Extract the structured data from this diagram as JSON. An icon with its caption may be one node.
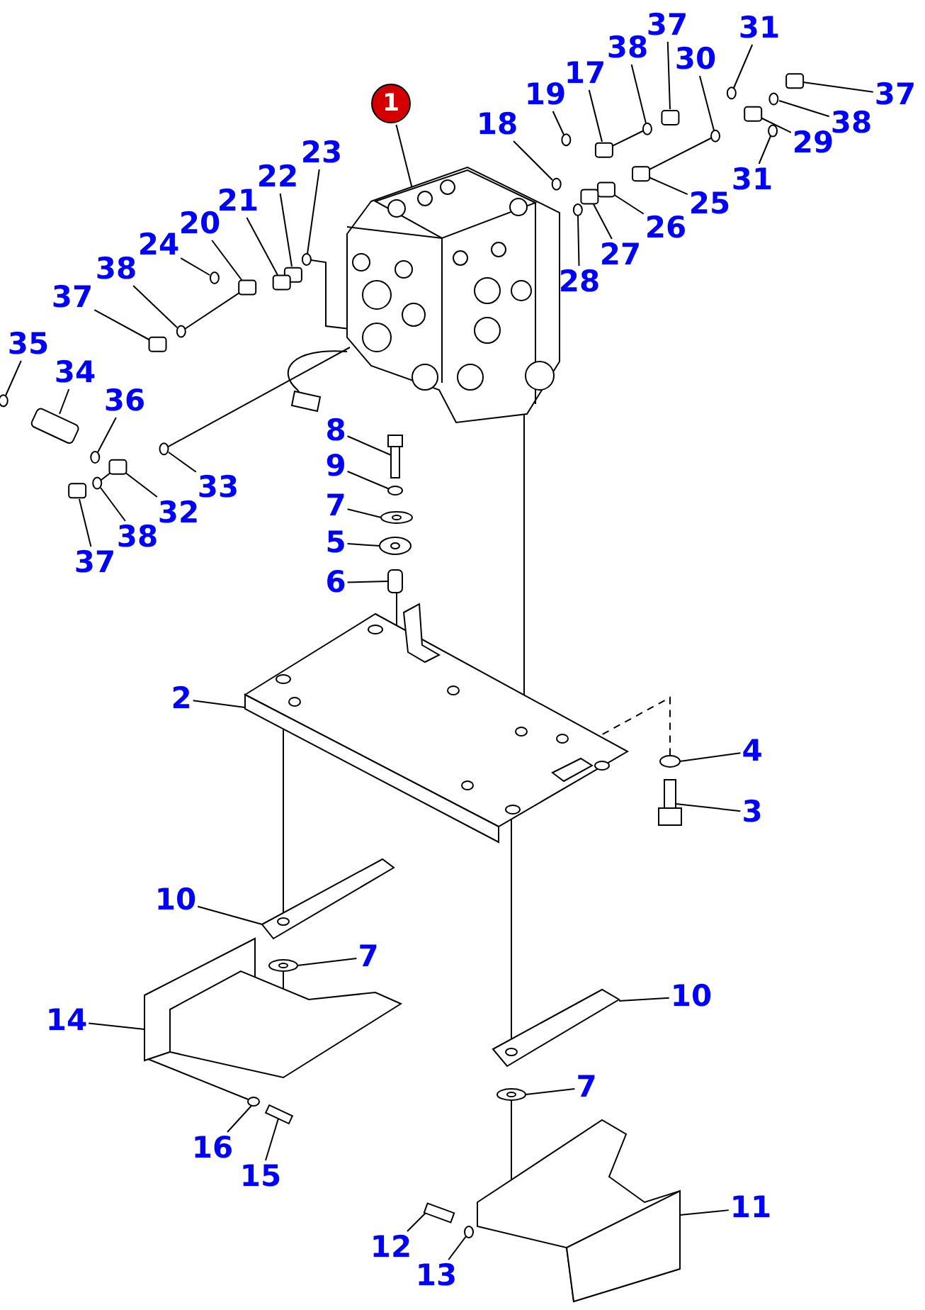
{
  "diagram": {
    "nodes": [
      {
        "text": [
          "37"
        ]
      },
      {
        "text": [
          "31"
        ]
      },
      {
        "text": [
          "38"
        ]
      },
      {
        "text": [
          "30"
        ]
      },
      {
        "text": [
          "17"
        ]
      },
      {
        "text": [
          "37"
        ]
      },
      {
        "text": [
          "19"
        ]
      },
      {
        "text": [
          "1"
        ]
      },
      {
        "text": [
          "38"
        ]
      },
      {
        "text": [
          "18"
        ]
      },
      {
        "text": [
          "29"
        ]
      },
      {
        "text": [
          "23"
        ]
      },
      {
        "text": [
          "22"
        ]
      },
      {
        "text": [
          "31"
        ]
      },
      {
        "text": [
          "21"
        ]
      },
      {
        "text": [
          "25"
        ]
      },
      {
        "text": [
          "20"
        ]
      },
      {
        "text": [
          "26"
        ]
      },
      {
        "text": [
          "24"
        ]
      },
      {
        "text": [
          "27"
        ]
      },
      {
        "text": [
          "38"
        ]
      },
      {
        "text": [
          "28"
        ]
      },
      {
        "text": [
          "37"
        ]
      },
      {
        "text": [
          "35"
        ]
      },
      {
        "text": [
          "34"
        ]
      },
      {
        "text": [
          "36"
        ]
      },
      {
        "text": [
          "8"
        ]
      },
      {
        "text": [
          "9"
        ]
      },
      {
        "text": [
          "33"
        ]
      },
      {
        "text": [
          "7"
        ]
      },
      {
        "text": [
          "32"
        ]
      },
      {
        "text": [
          "38"
        ]
      },
      {
        "text": [
          "5"
        ]
      },
      {
        "text": [
          "37"
        ]
      },
      {
        "text": [
          "6"
        ]
      },
      {
        "text": [
          "2"
        ]
      },
      {
        "text": [
          "4"
        ]
      },
      {
        "text": [
          "3"
        ]
      },
      {
        "text": [
          "10"
        ]
      },
      {
        "text": [
          "7"
        ]
      },
      {
        "text": [
          "10"
        ]
      },
      {
        "text": [
          "14"
        ]
      },
      {
        "text": [
          "7"
        ]
      },
      {
        "text": [
          "16"
        ]
      },
      {
        "text": [
          "15"
        ]
      },
      {
        "text": [
          "11"
        ]
      },
      {
        "text": [
          "12"
        ]
      },
      {
        "text": [
          "13"
        ]
      },
      {
        "text": [],
        "shape": "box"
      },
      {
        "text": [],
        "shape": "circle"
      },
      {
        "text": [],
        "shape": "circle"
      },
      {
        "text": [],
        "shape": "circle"
      },
      {
        "text": [],
        "shape": "box"
      },
      {
        "text": [],
        "shape": "box"
      },
      {
        "text": [],
        "shape": "circle"
      },
      {
        "text": [],
        "shape": "picture"
      },
      {
        "text": [],
        "shape": "circle"
      },
      {
        "text": [],
        "shape": "circle"
      },
      {
        "text": [],
        "shape": "box"
      },
      {
        "text": [],
        "shape": "circle"
      },
      {
        "text": [],
        "shape": "box"
      },
      {
        "text": [],
        "shape": "circle"
      },
      {
        "text": [],
        "shape": "box"
      },
      {
        "text": [],
        "shape": "box"
      },
      {
        "text": [],
        "shape": "box"
      },
      {
        "text": [],
        "shape": "box"
      },
      {
        "text": [],
        "shape": "circle"
      },
      {
        "text": [],
        "shape": "box"
      },
      {
        "text": [],
        "shape": "circle"
      },
      {
        "text": [],
        "shape": "circle"
      },
      {
        "text": [],
        "shape": "box"
      },
      {
        "text": [],
        "shape": "circle"
      },
      {
        "text": [],
        "shape": "box"
      },
      {
        "text": [],
        "shape": "circle"
      },
      {
        "text": [],
        "shape": "picture"
      },
      {
        "text": [],
        "shape": "circle"
      },
      {
        "text": [],
        "shape": "circle"
      },
      {
        "text": [],
        "shape": "circle"
      },
      {
        "text": [],
        "shape": "box"
      },
      {
        "text": [],
        "shape": "circle"
      },
      {
        "text": [],
        "shape": "circle"
      },
      {
        "text": [],
        "shape": "box"
      },
      {
        "text": [],
        "shape": "box"
      },
      {
        "text": [],
        "shape": "picture"
      },
      {
        "text": [],
        "shape": "circle"
      },
      {
        "text": [],
        "shape": "picture"
      },
      {
        "text": [],
        "shape": "picture"
      },
      {
        "text": [],
        "shape": "circle"
      },
      {
        "text": [],
        "shape": "picture"
      },
      {
        "text": [],
        "shape": "picture"
      },
      {
        "text": [],
        "shape": "circle"
      },
      {
        "text": [],
        "shape": "circle"
      },
      {
        "text": [],
        "shape": "box"
      },
      {
        "text": [],
        "shape": "picture"
      },
      {
        "text": [],
        "shape": "box"
      },
      {
        "text": [],
        "shape": "circle"
      }
    ],
    "edges": [
      {
        "from": 0,
        "to": 48,
        "arrow": "none"
      },
      {
        "from": 1,
        "to": 49,
        "arrow": "none"
      },
      {
        "from": 2,
        "to": 50,
        "arrow": "none"
      },
      {
        "from": 3,
        "to": 51,
        "arrow": "none"
      },
      {
        "from": 4,
        "to": 52,
        "arrow": "none"
      },
      {
        "from": 5,
        "to": 53,
        "arrow": "none"
      },
      {
        "from": 6,
        "to": 54,
        "arrow": "none"
      },
      {
        "from": 7,
        "to": 55,
        "arrow": "none"
      },
      {
        "from": 8,
        "to": 56,
        "arrow": "none"
      },
      {
        "from": 9,
        "to": 57,
        "arrow": "none"
      },
      {
        "from": 10,
        "to": 58,
        "arrow": "none"
      },
      {
        "from": 11,
        "to": 59,
        "arrow": "none"
      },
      {
        "from": 12,
        "to": 60,
        "arrow": "none"
      },
      {
        "from": 13,
        "to": 61,
        "arrow": "none"
      },
      {
        "from": 14,
        "to": 62,
        "arrow": "none"
      },
      {
        "from": 15,
        "to": 63,
        "arrow": "none"
      },
      {
        "from": 16,
        "to": 64,
        "arrow": "none"
      },
      {
        "from": 17,
        "to": 65,
        "arrow": "none"
      },
      {
        "from": 18,
        "to": 66,
        "arrow": "none"
      },
      {
        "from": 19,
        "to": 67,
        "arrow": "none"
      },
      {
        "from": 20,
        "to": 68,
        "arrow": "none"
      },
      {
        "from": 21,
        "to": 69,
        "arrow": "none"
      },
      {
        "from": 22,
        "to": 70,
        "arrow": "none"
      },
      {
        "from": 23,
        "to": 71,
        "arrow": "none"
      },
      {
        "from": 24,
        "to": 72,
        "arrow": "none"
      },
      {
        "from": 25,
        "to": 73,
        "arrow": "none"
      },
      {
        "from": 26,
        "to": 74,
        "arrow": "none"
      },
      {
        "from": 27,
        "to": 75,
        "arrow": "none"
      },
      {
        "from": 28,
        "to": 76,
        "arrow": "none"
      },
      {
        "from": 29,
        "to": 77,
        "arrow": "none"
      },
      {
        "from": 30,
        "to": 78,
        "arrow": "none"
      },
      {
        "from": 31,
        "to": 79,
        "arrow": "none"
      },
      {
        "from": 32,
        "to": 80,
        "arrow": "none"
      },
      {
        "from": 33,
        "to": 81,
        "arrow": "none"
      },
      {
        "from": 34,
        "to": 82,
        "arrow": "none"
      },
      {
        "from": 35,
        "to": 83,
        "arrow": "none"
      },
      {
        "from": 36,
        "to": 84,
        "arrow": "none"
      },
      {
        "from": 37,
        "to": 85,
        "arrow": "none"
      },
      {
        "from": 38,
        "to": 86,
        "arrow": "none"
      },
      {
        "from": 39,
        "to": 87,
        "arrow": "none"
      },
      {
        "from": 40,
        "to": 88,
        "arrow": "none"
      },
      {
        "from": 41,
        "to": 89,
        "arrow": "none"
      },
      {
        "from": 42,
        "to": 90,
        "arrow": "none"
      },
      {
        "from": 43,
        "to": 91,
        "arrow": "none"
      },
      {
        "from": 44,
        "to": 92,
        "arrow": "none"
      },
      {
        "from": 45,
        "to": 93,
        "arrow": "none"
      },
      {
        "from": 46,
        "to": 94,
        "arrow": "none"
      },
      {
        "from": 47,
        "to": 95,
        "arrow": "none"
      },
      {
        "from": 55,
        "to": 83,
        "arrow": "none"
      },
      {
        "from": 83,
        "to": 86,
        "arrow": "none"
      },
      {
        "from": 82,
        "to": 83,
        "arrow": "none"
      },
      {
        "from": 83,
        "to": 88,
        "arrow": "none"
      },
      {
        "from": 87,
        "to": 89,
        "arrow": "none"
      },
      {
        "from": 90,
        "to": 93,
        "arrow": "none"
      },
      {
        "from": 76,
        "to": 55,
        "arrow": "none"
      },
      {
        "from": 68,
        "to": 64,
        "arrow": "none"
      },
      {
        "from": 59,
        "to": 55,
        "arrow": "none"
      },
      {
        "from": 50,
        "to": 52,
        "arrow": "none"
      },
      {
        "from": 51,
        "to": 63,
        "arrow": "none"
      },
      {
        "from": 79,
        "to": 78,
        "arrow": "none"
      },
      {
        "from": 89,
        "to": 91,
        "arrow": "none"
      },
      {
        "from": 83,
        "to": 84,
        "arrow": "none",
        "style": "dashed"
      }
    ]
  }
}
